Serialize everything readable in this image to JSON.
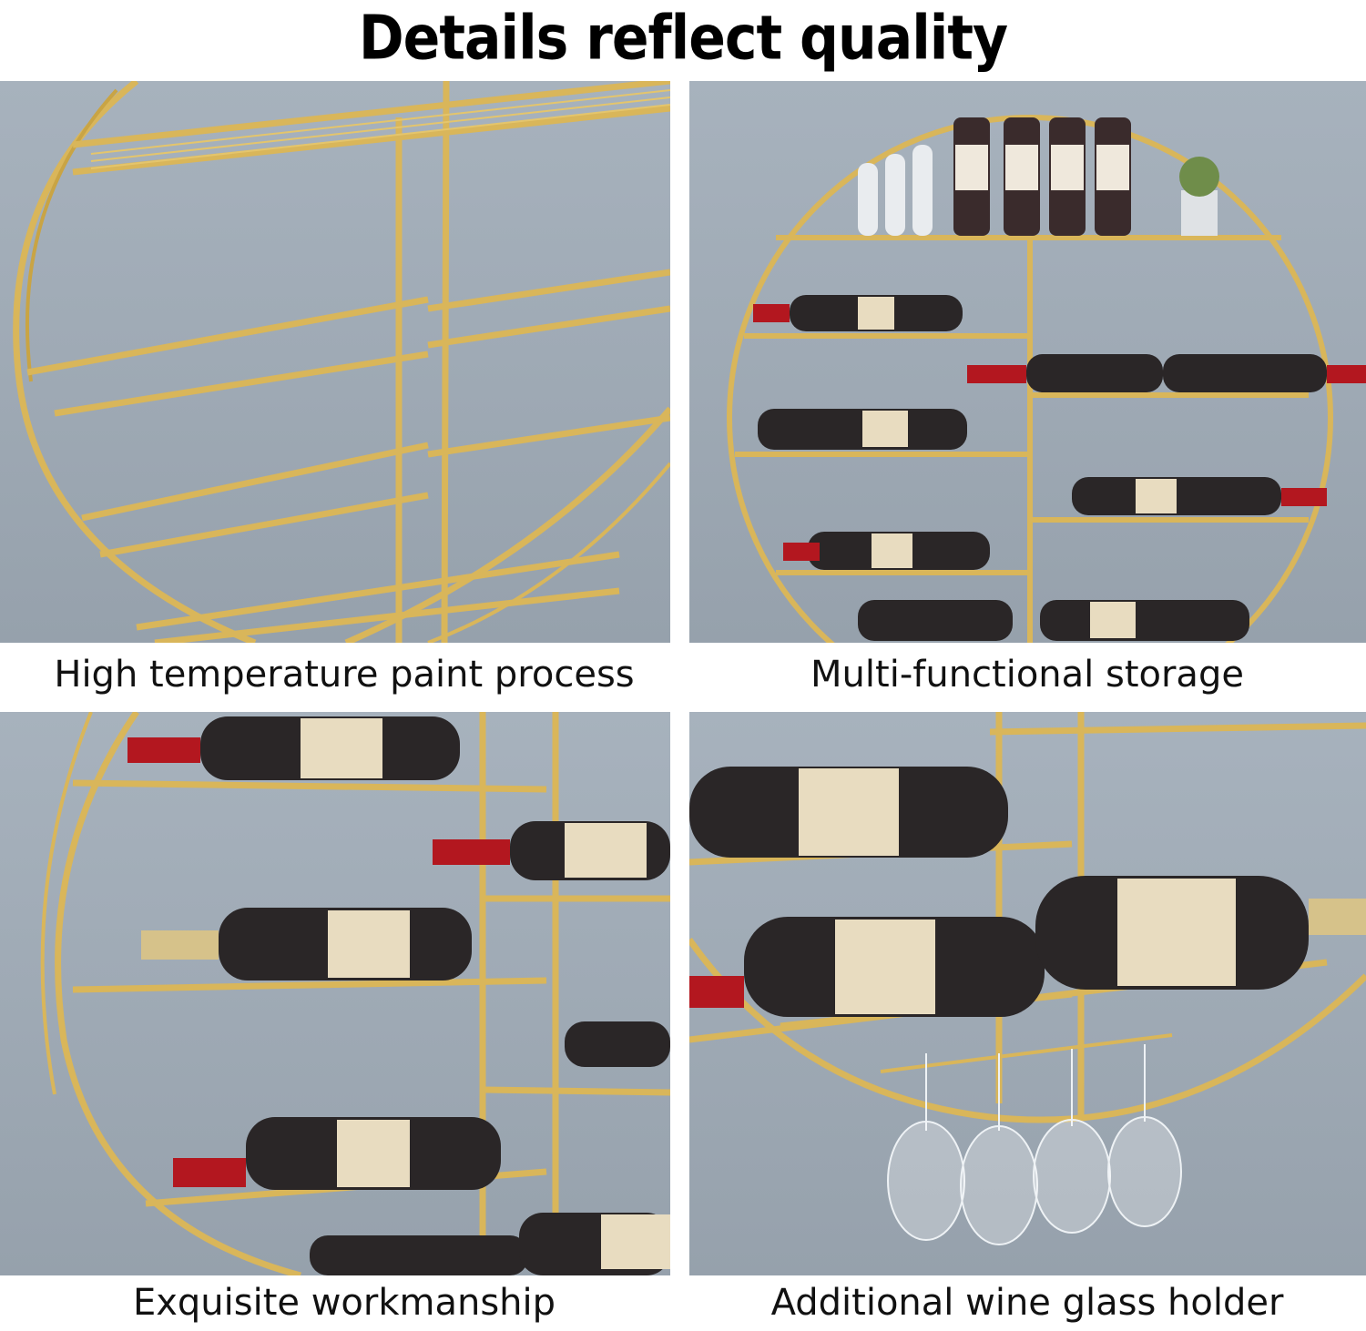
{
  "headline": "Details reflect quality",
  "features": [
    {
      "caption": "High temperature paint process",
      "image": "gold-frame-closeup"
    },
    {
      "caption": "Multi-functional storage",
      "image": "round-wine-rack-full"
    },
    {
      "caption": "Exquisite workmanship",
      "image": "bottles-on-shelves"
    },
    {
      "caption": "Additional wine glass holder",
      "image": "wine-glass-holder"
    }
  ],
  "colors": {
    "gold": "#d9b65a",
    "wall": "#a2adb8",
    "bottle": "#2a2627",
    "capsule": "#b3171f",
    "label": "#e8dcc0"
  }
}
